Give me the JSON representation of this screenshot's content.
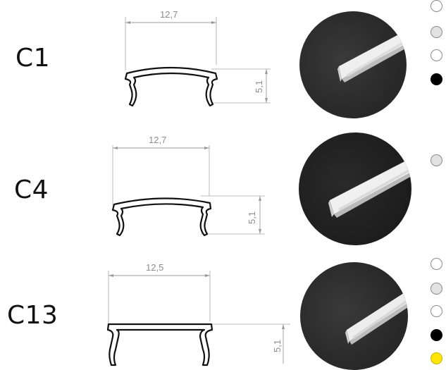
{
  "products": [
    {
      "code": "C1",
      "width_dim": "12,7",
      "height_dim": "5,1",
      "swatches": [
        {
          "color": "#ffffff",
          "label": "transparent"
        },
        {
          "color": "#e6e6e6",
          "label": "frosted"
        },
        {
          "color": "#ffffff",
          "label": "white"
        },
        {
          "color": "#000000",
          "label": "black"
        }
      ]
    },
    {
      "code": "C4",
      "width_dim": "12,7",
      "height_dim": "5,1",
      "swatches": [
        {
          "color": "#e6e6e6",
          "label": "frosted"
        }
      ]
    },
    {
      "code": "C13",
      "width_dim": "12,5",
      "height_dim": "5,1",
      "swatches": [
        {
          "color": "#ffffff",
          "label": "transparent"
        },
        {
          "color": "#e6e6e6",
          "label": "frosted"
        },
        {
          "color": "#ffffff",
          "label": "white"
        },
        {
          "color": "#000000",
          "label": "black"
        },
        {
          "color": "#ffe600",
          "label": "yellow"
        }
      ]
    }
  ]
}
